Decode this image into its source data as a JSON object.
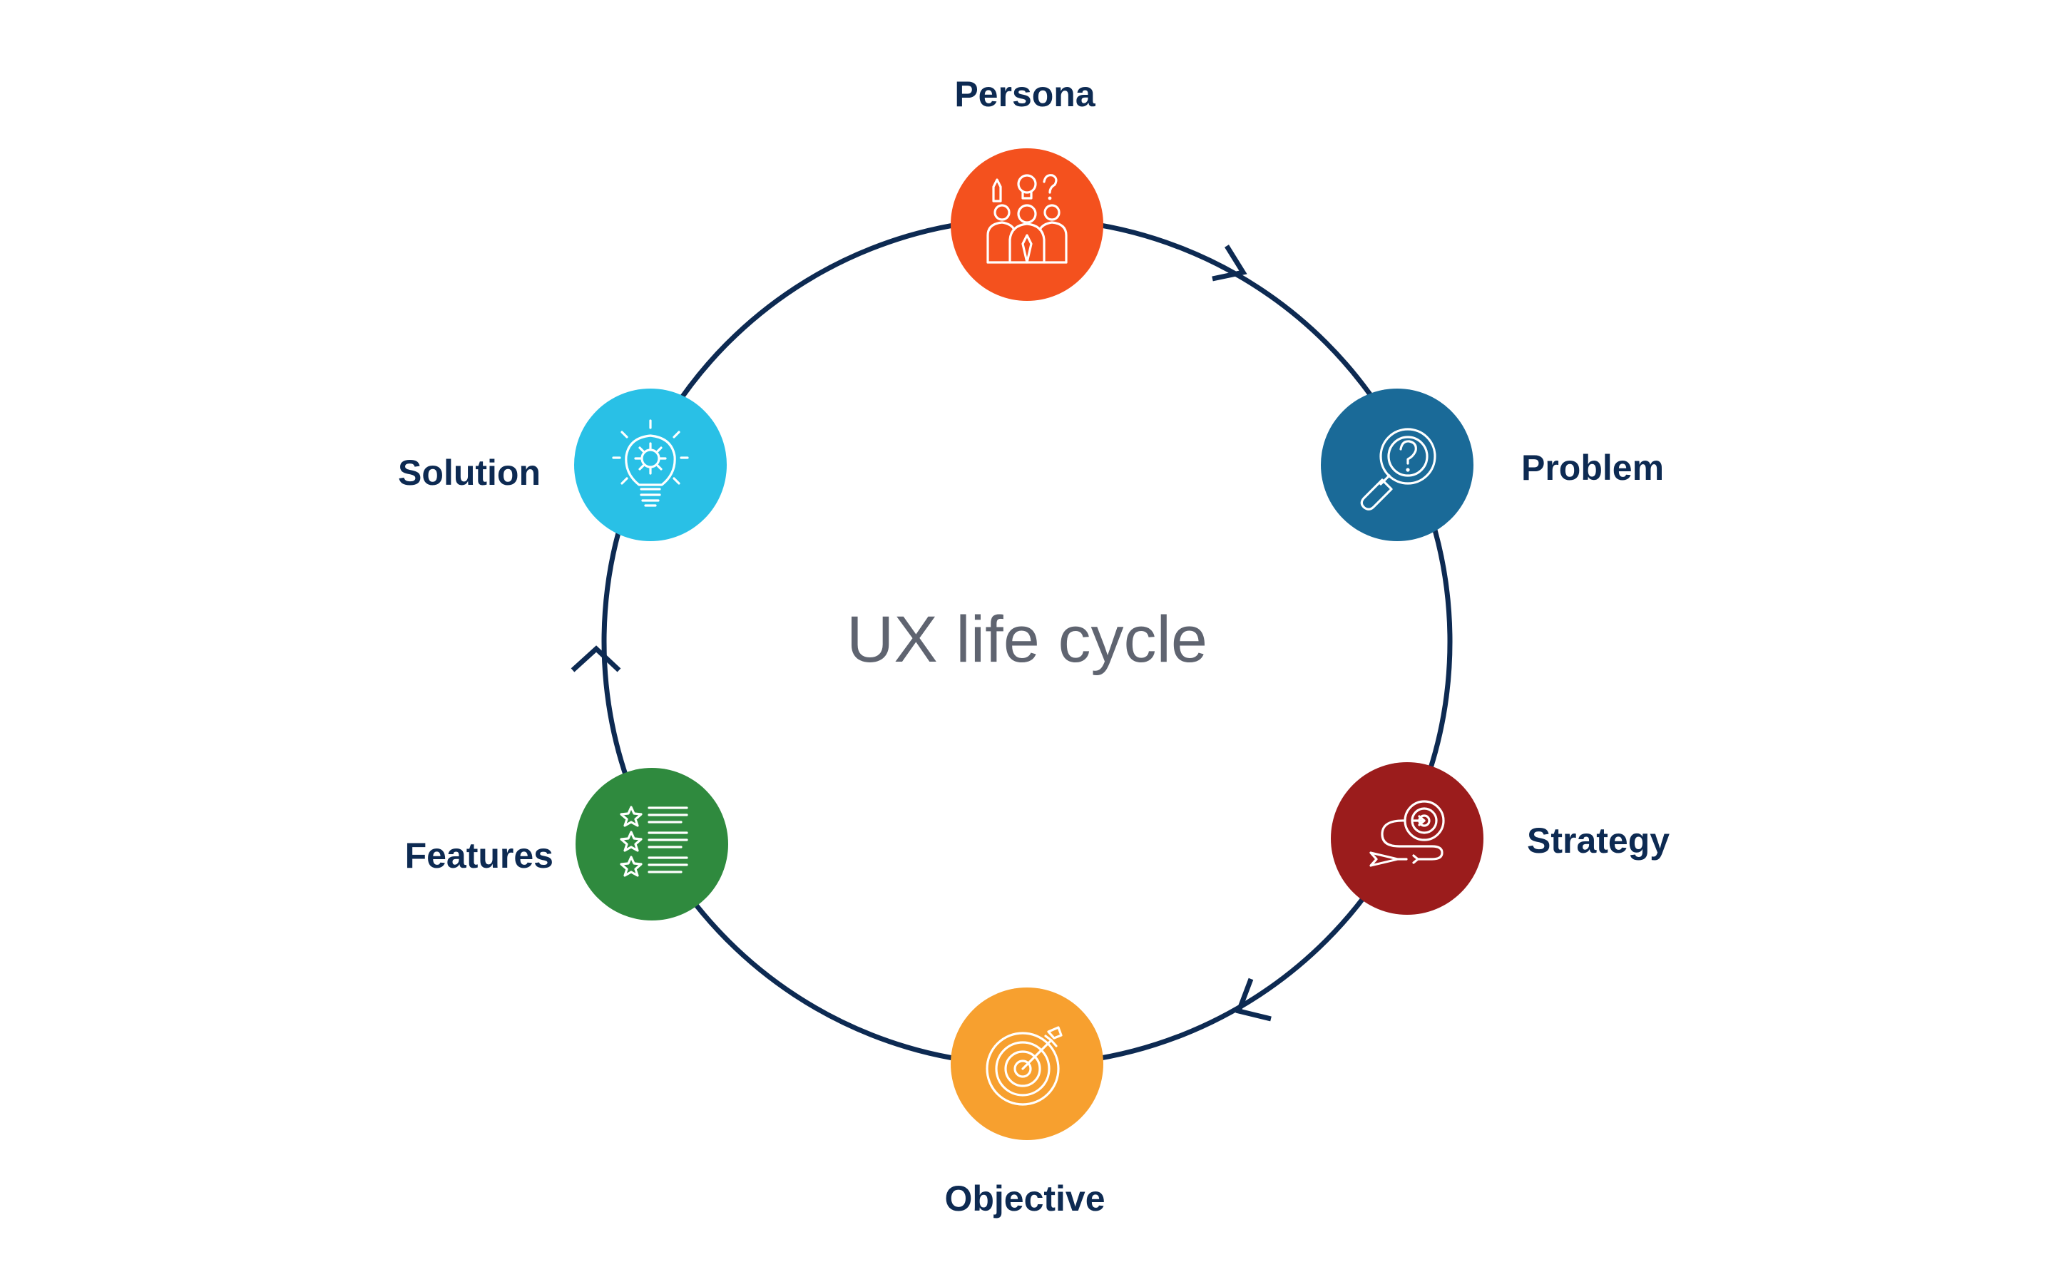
{
  "diagram": {
    "center_title": "UX life cycle",
    "nodes": [
      {
        "key": "persona",
        "label": "Persona",
        "color": "#f4511e",
        "icon": "persona-team-icon"
      },
      {
        "key": "problem",
        "label": "Problem",
        "color": "#1a6a98",
        "icon": "magnifier-question-icon"
      },
      {
        "key": "strategy",
        "label": "Strategy",
        "color": "#9b1c1c",
        "icon": "target-path-icon"
      },
      {
        "key": "objective",
        "label": "Objective",
        "color": "#f7a02f",
        "icon": "target-arrow-icon"
      },
      {
        "key": "features",
        "label": "Features",
        "color": "#2f8a3e",
        "icon": "star-list-icon"
      },
      {
        "key": "solution",
        "label": "Solution",
        "color": "#29c0e6",
        "icon": "lightbulb-gear-icon"
      }
    ],
    "ring_color": "#0d2a52",
    "direction": "clockwise"
  }
}
